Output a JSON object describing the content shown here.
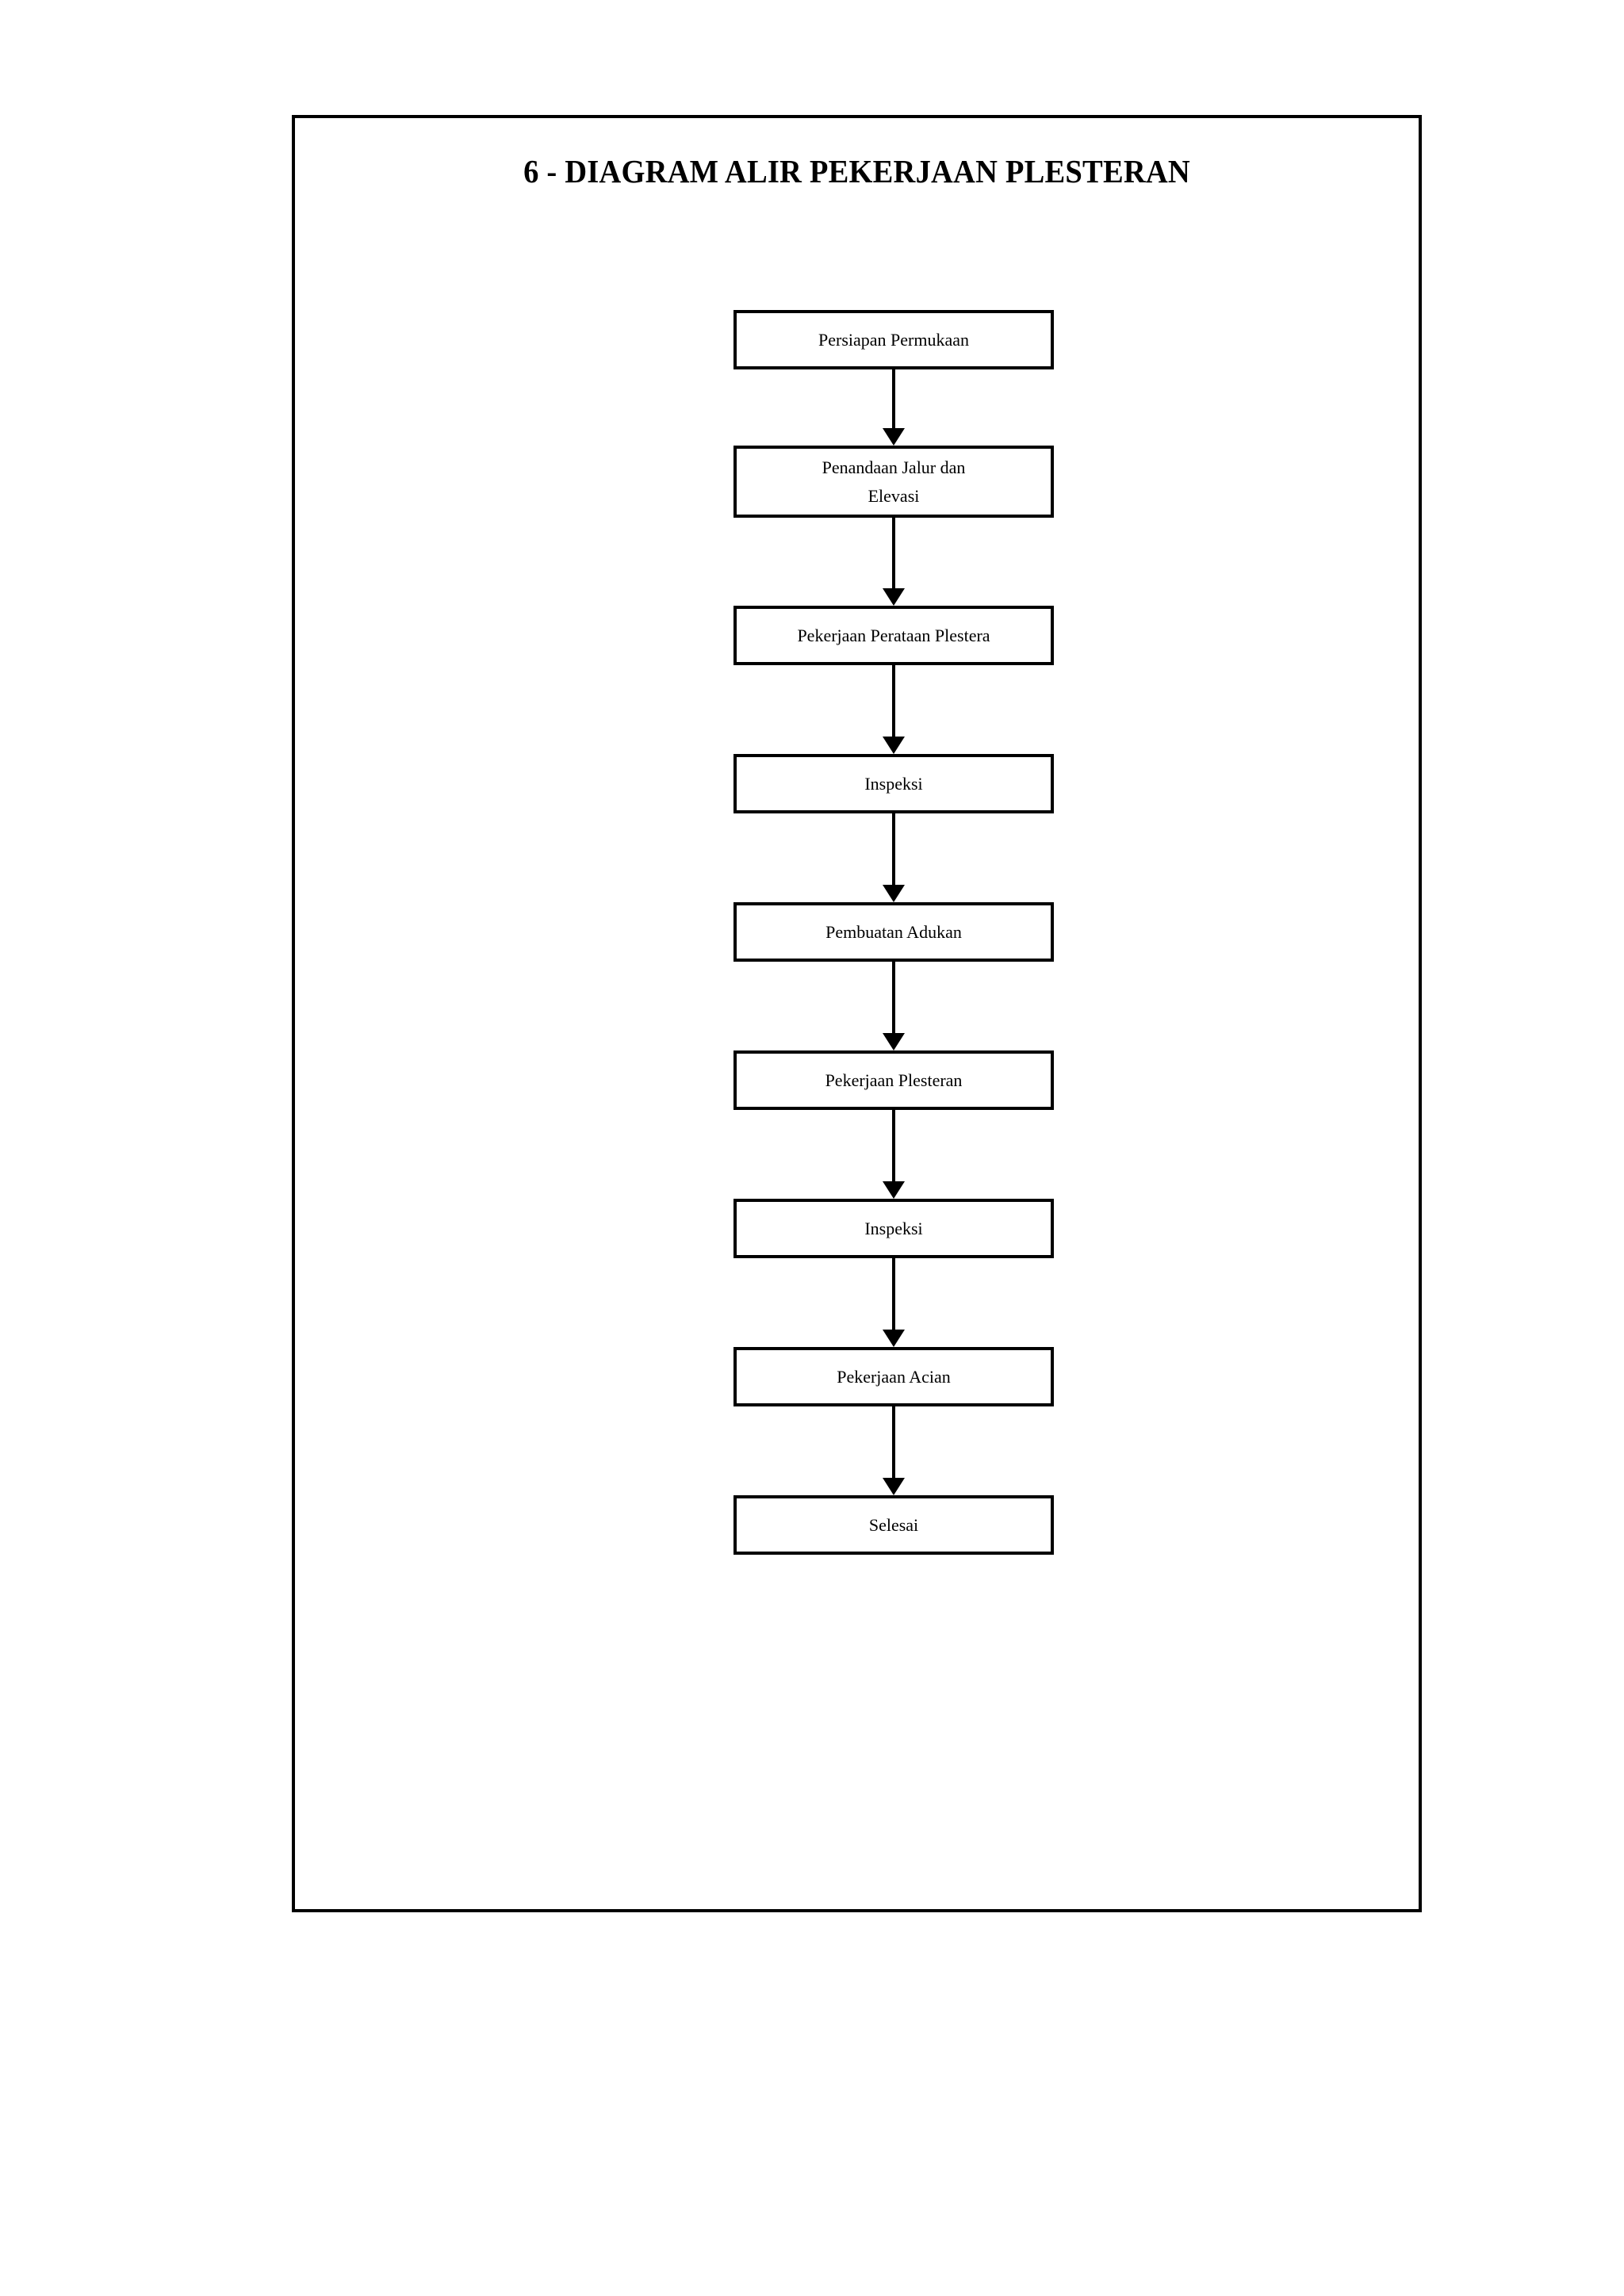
{
  "document": {
    "title": "6 - DIAGRAM ALIR PEKERJAAN PLESTERAN"
  },
  "chart_data": {
    "type": "diagram",
    "diagram_kind": "flowchart",
    "orientation": "vertical top-to-bottom",
    "title": "6 - DIAGRAM ALIR PEKERJAAN PLESTERAN",
    "node_shape": "rectangle",
    "connector": "straight arrow with solid triangular arrowhead",
    "nodes": [
      {
        "id": 1,
        "label": "Persiapan Permukaan",
        "lines": 1
      },
      {
        "id": 2,
        "label": "Penandaan Jalur dan\nElevasi",
        "lines": 2
      },
      {
        "id": 3,
        "label": "Pekerjaan Perataan Plestera",
        "lines": 1
      },
      {
        "id": 4,
        "label": "Inspeksi",
        "lines": 1
      },
      {
        "id": 5,
        "label": "Pembuatan Adukan",
        "lines": 1
      },
      {
        "id": 6,
        "label": "Pekerjaan Plesteran",
        "lines": 1
      },
      {
        "id": 7,
        "label": "Inspeksi",
        "lines": 1
      },
      {
        "id": 8,
        "label": "Pekerjaan Acian",
        "lines": 1
      },
      {
        "id": 9,
        "label": "Selesai",
        "lines": 1
      }
    ],
    "edges": [
      {
        "from": 1,
        "to": 2
      },
      {
        "from": 2,
        "to": 3
      },
      {
        "from": 3,
        "to": 4
      },
      {
        "from": 4,
        "to": 5
      },
      {
        "from": 5,
        "to": 6
      },
      {
        "from": 6,
        "to": 7
      },
      {
        "from": 7,
        "to": 8
      },
      {
        "from": 8,
        "to": 9
      }
    ],
    "colors": {
      "node_border": "#000000",
      "node_fill": "#ffffff",
      "text": "#000000",
      "page_border": "#000000",
      "background": "#ffffff"
    }
  }
}
